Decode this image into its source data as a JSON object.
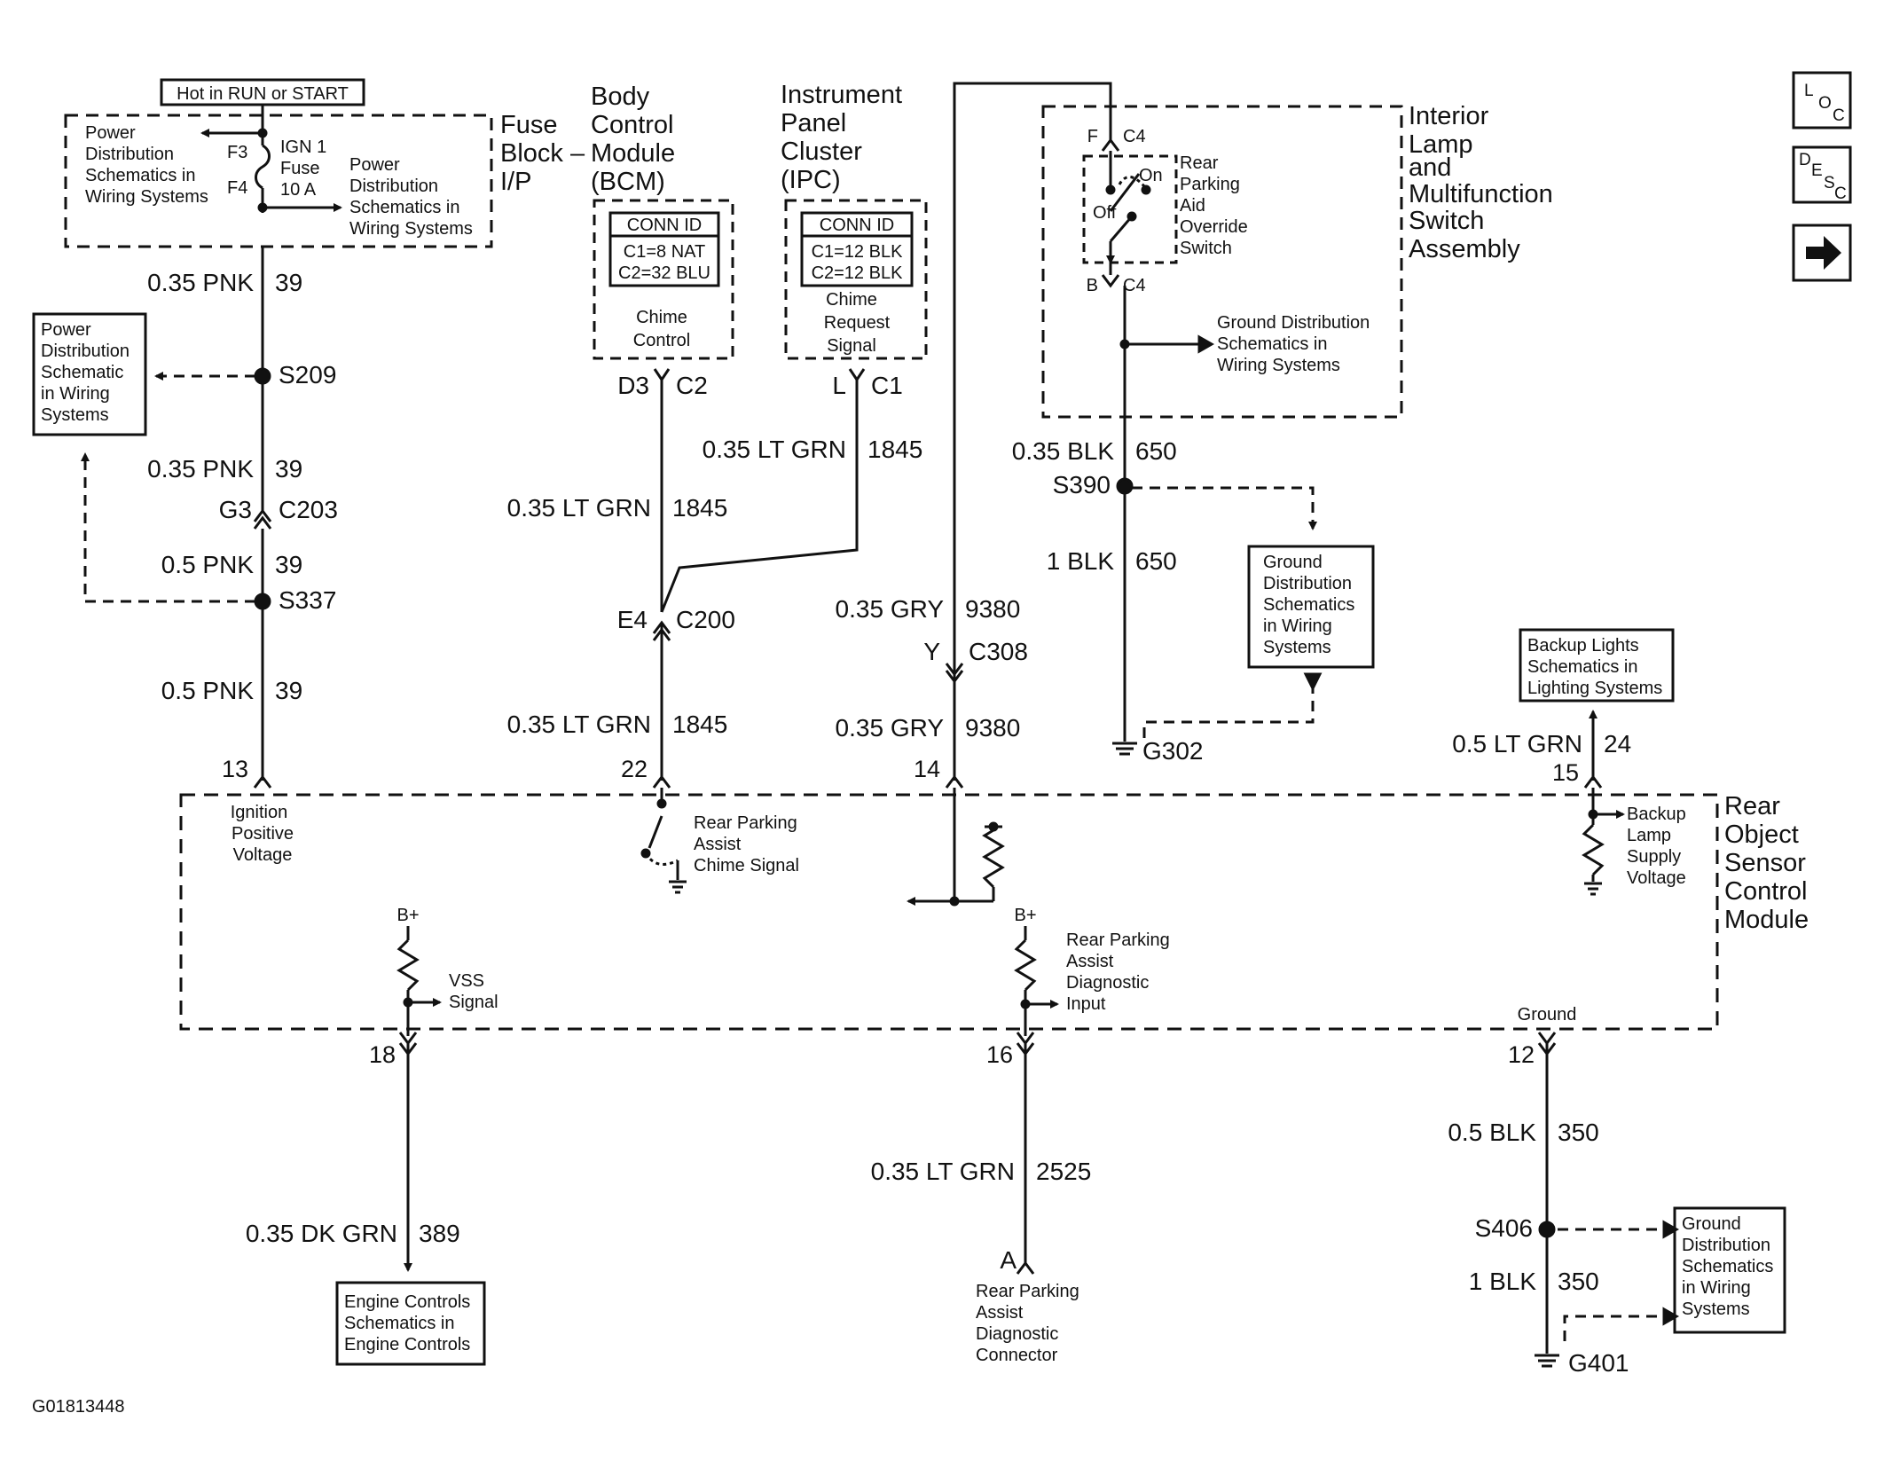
{
  "figure_id": "G01813448",
  "nav_icons": [
    {
      "name": "loc-icon",
      "letters": [
        "L",
        "O",
        "C"
      ]
    },
    {
      "name": "desc-icon",
      "letters": [
        "D",
        "E",
        "S",
        "C"
      ]
    },
    {
      "name": "next-arrow-icon"
    }
  ],
  "fuse_block": {
    "hot_label": "Hot in RUN or START",
    "title_lines": [
      "Fuse",
      "Block –",
      "I/P"
    ],
    "fuse_name": [
      "IGN 1",
      "Fuse",
      "10 A"
    ],
    "f3": "F3",
    "f4": "F4",
    "ref_left": [
      "Power",
      "Distribution",
      "Schematics in",
      "Wiring Systems"
    ],
    "ref_right": [
      "Power",
      "Distribution",
      "Schematics in",
      "Wiring Systems"
    ]
  },
  "bcm": {
    "title_lines": [
      "Body",
      "Control",
      "Module",
      "(BCM)"
    ],
    "conn_id": "CONN ID",
    "conn_lines": [
      "C1=8 NAT",
      "C2=32 BLU"
    ],
    "func": [
      "Chime",
      "Control"
    ],
    "pin": "D3",
    "connector": "C2"
  },
  "ipc": {
    "title_lines": [
      "Instrument",
      "Panel",
      "Cluster",
      "(IPC)"
    ],
    "conn_id": "CONN ID",
    "conn_lines": [
      "C1=12 BLK",
      "C2=12 BLK"
    ],
    "func": [
      "Chime",
      "Request",
      "Signal"
    ],
    "pin": "L",
    "connector": "C1"
  },
  "interior_lamp": {
    "title_lines": [
      "Interior",
      "Lamp",
      "and",
      "Multifunction",
      "Switch",
      "Assembly"
    ],
    "pin_f": "F",
    "conn_f": "C4",
    "pin_b": "B",
    "conn_b": "C4",
    "on": "On",
    "off": "Off",
    "switch_name": [
      "Rear",
      "Parking",
      "Aid",
      "Override",
      "Switch"
    ],
    "ground_ref": [
      "Ground Distribution",
      "Schematics in",
      "Wiring Systems"
    ]
  },
  "left_column": {
    "power_ref": [
      "Power",
      "Distribution",
      "Schematic",
      "in Wiring",
      "Systems"
    ],
    "w1": {
      "size": "0.35 PNK",
      "circuit": "39"
    },
    "s209": "S209",
    "w2": {
      "size": "0.35 PNK",
      "circuit": "39"
    },
    "g3": "G3",
    "c203": "C203",
    "w3": {
      "size": "0.5 PNK",
      "circuit": "39"
    },
    "s337": "S337",
    "w4": {
      "size": "0.5 PNK",
      "circuit": "39"
    },
    "pin13": "13"
  },
  "bcm_column": {
    "w1": {
      "size": "0.35 LT GRN",
      "circuit": "1845"
    },
    "e4": "E4",
    "c200": "C200",
    "w2": {
      "size": "0.35 LT GRN",
      "circuit": "1845"
    },
    "pin22": "22"
  },
  "ipc_column": {
    "w1": {
      "size": "0.35 LT GRN",
      "circuit": "1845"
    }
  },
  "gry_column": {
    "w1": {
      "size": "0.35 GRY",
      "circuit": "9380"
    },
    "y": "Y",
    "c308": "C308",
    "w2": {
      "size": "0.35 GRY",
      "circuit": "9380"
    },
    "pin14": "14"
  },
  "blk_column": {
    "w1": {
      "size": "0.35 BLK",
      "circuit": "650"
    },
    "s390": "S390",
    "w2": {
      "size": "1 BLK",
      "circuit": "650"
    },
    "ground_ref": [
      "Ground",
      "Distribution",
      "Schematics",
      "in Wiring",
      "Systems"
    ],
    "g302": "G302"
  },
  "backup": {
    "ref": [
      "Backup Lights",
      "Schematics in",
      "Lighting Systems"
    ],
    "w1": {
      "size": "0.5 LT GRN",
      "circuit": "24"
    },
    "pin15": "15"
  },
  "module": {
    "title_lines": [
      "Rear",
      "Object",
      "Sensor",
      "Control",
      "Module"
    ],
    "ignition": [
      "Ignition",
      "Positive",
      "Voltage"
    ],
    "chime": [
      "Rear Parking",
      "Assist",
      "Chime Signal"
    ],
    "backup_supply": [
      "Backup",
      "Lamp",
      "Supply",
      "Voltage"
    ],
    "bplus_left": "B+",
    "vss": [
      "VSS",
      "Signal"
    ],
    "bplus_mid": "B+",
    "diag": [
      "Rear Parking",
      "Assist",
      "Diagnostic",
      "Input"
    ],
    "ground": "Ground"
  },
  "bottom": {
    "pin18": "18",
    "w18": {
      "size": "0.35 DK GRN",
      "circuit": "389"
    },
    "engine_ref": [
      "Engine Controls",
      "Schematics in",
      "Engine Controls"
    ],
    "pin16": "16",
    "w16": {
      "size": "0.35 LT GRN",
      "circuit": "2525"
    },
    "pin_a": "A",
    "diag_conn": [
      "Rear Parking",
      "Assist",
      "Diagnostic",
      "Connector"
    ],
    "pin12": "12",
    "w12a": {
      "size": "0.5 BLK",
      "circuit": "350"
    },
    "s406": "S406",
    "w12b": {
      "size": "1 BLK",
      "circuit": "350"
    },
    "g401": "G401",
    "ground_ref": [
      "Ground",
      "Distribution",
      "Schematics",
      "in Wiring",
      "Systems"
    ]
  }
}
